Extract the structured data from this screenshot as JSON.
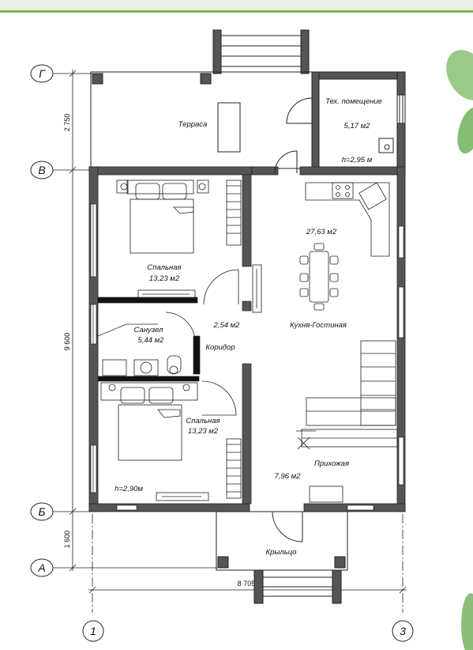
{
  "colors": {
    "wall": "#555555",
    "banner": "#7fb24d",
    "leaf": "#8cc07a",
    "ink": "#111111"
  },
  "axes_letters": {
    "g": "Г",
    "v": "В",
    "b": "Б",
    "a": "А"
  },
  "axes_numbers": {
    "one": "1",
    "three": "3"
  },
  "dimensions": {
    "top": "2 750",
    "middle": "9 600",
    "bottom": "1 600",
    "width": "8 705"
  },
  "rooms": {
    "terrace": "Терраса",
    "tech_room": "Тех. помещение",
    "tech_area": "5,17 м2",
    "tech_height": "h=2,95 м",
    "bedroom1": "Спальная",
    "bedroom1_area": "13,23 м2",
    "kitchen_area": "27,63 м2",
    "kitchen": "Кухня-Гостиная",
    "bathroom": "Санузел",
    "bathroom_area": "5,44 м2",
    "corridor_area": "2,54 м2",
    "corridor": "Коридор",
    "bedroom2": "Спальная",
    "bedroom2_area": "13,23 м2",
    "hallway": "Прихожая",
    "hallway_area": "7,96 м2",
    "height": "h=2,90м",
    "porch": "Крыльцо"
  }
}
